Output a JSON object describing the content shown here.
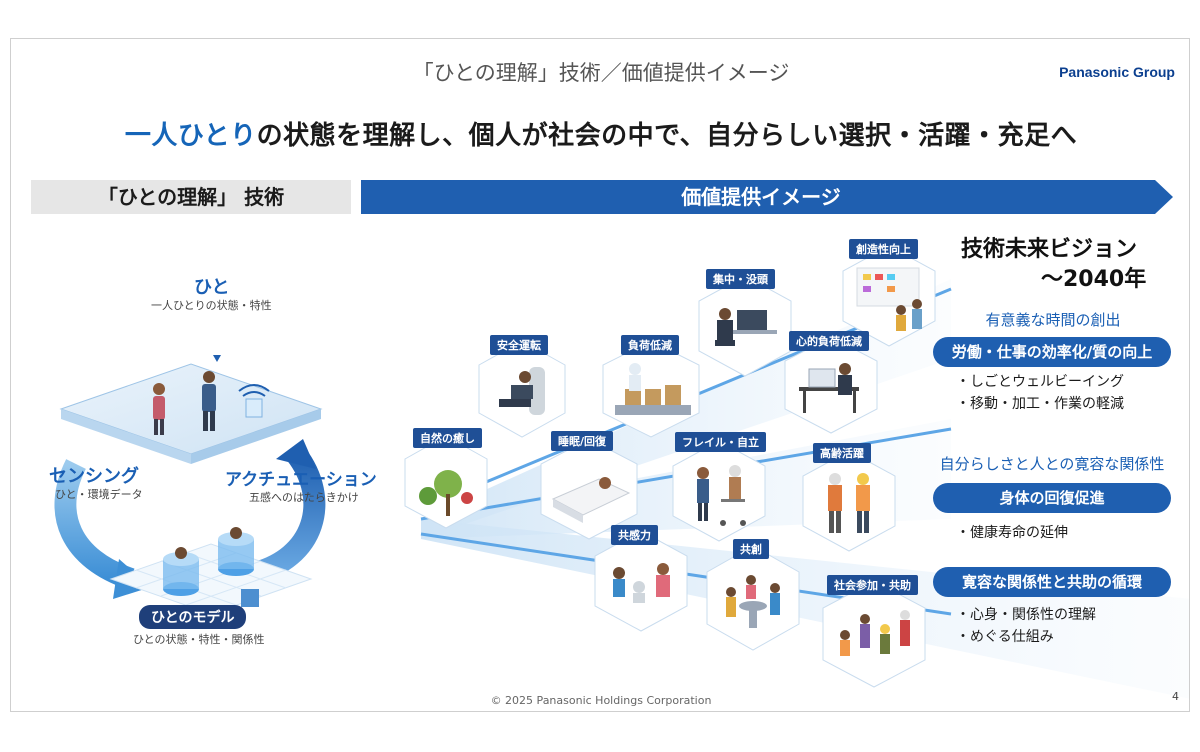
{
  "header": {
    "title": "「ひとの理解」技術／価値提供イメージ",
    "brand": "Panasonic Group"
  },
  "headline": {
    "highlight": "一人ひとり",
    "rest": "の状態を理解し、個人が社会の中で、自分らしい選択・活躍・充足へ"
  },
  "left_section": {
    "title": "「ひとの理解」 技術",
    "hito": {
      "label": "ひと",
      "sub": "一人ひとりの状態・特性"
    },
    "sensing": {
      "label": "センシング",
      "sub": "ひと・環境データ"
    },
    "actuation": {
      "label": "アクチュエーション",
      "sub": "五感へのはたらきかけ"
    },
    "model": {
      "label": "ひとのモデル",
      "sub": "ひとの状態・特性・関係性"
    }
  },
  "right_section": {
    "title": "価値提供イメージ"
  },
  "scenes": [
    {
      "key": "nature",
      "label": "自然の癒し"
    },
    {
      "key": "safe_driving",
      "label": "安全運転"
    },
    {
      "key": "load_reduction",
      "label": "負荷低減"
    },
    {
      "key": "focus",
      "label": "集中・没頭"
    },
    {
      "key": "creativity",
      "label": "創造性向上"
    },
    {
      "key": "mental_load",
      "label": "心的負荷低減"
    },
    {
      "key": "sleep",
      "label": "睡眠/回復"
    },
    {
      "key": "frail",
      "label": "フレイル・自立"
    },
    {
      "key": "elderly",
      "label": "高齢活躍"
    },
    {
      "key": "empathy",
      "label": "共感力"
    },
    {
      "key": "cocreation",
      "label": "共創"
    },
    {
      "key": "social",
      "label": "社会参加・共助"
    }
  ],
  "vision": {
    "line1": "技術未来ビジョン",
    "line2": "～2040年",
    "categories": [
      {
        "title": "有意義な時間の創出",
        "pill": "労働・仕事の効率化/質の向上",
        "bullets": [
          "しごとウェルビーイング",
          "移動・加工・作業の軽減"
        ]
      },
      {
        "title": "自分らしさと人との寛容な関係性",
        "pill": "身体の回復促進",
        "bullets": [
          "健康寿命の延伸"
        ]
      },
      {
        "title": "",
        "pill": "寛容な関係性と共助の循環",
        "bullets": [
          "心身・関係性の理解",
          "めぐる仕組み"
        ]
      }
    ]
  },
  "footer": {
    "copyright": "© 2025 Panasonic Holdings Corporation",
    "page": "4"
  },
  "colors": {
    "brand_blue": "#1f5fb0",
    "dark_blue": "#1f4f96",
    "label_blue": "#1a5fb4",
    "gray_bar": "#e6e6e6"
  }
}
